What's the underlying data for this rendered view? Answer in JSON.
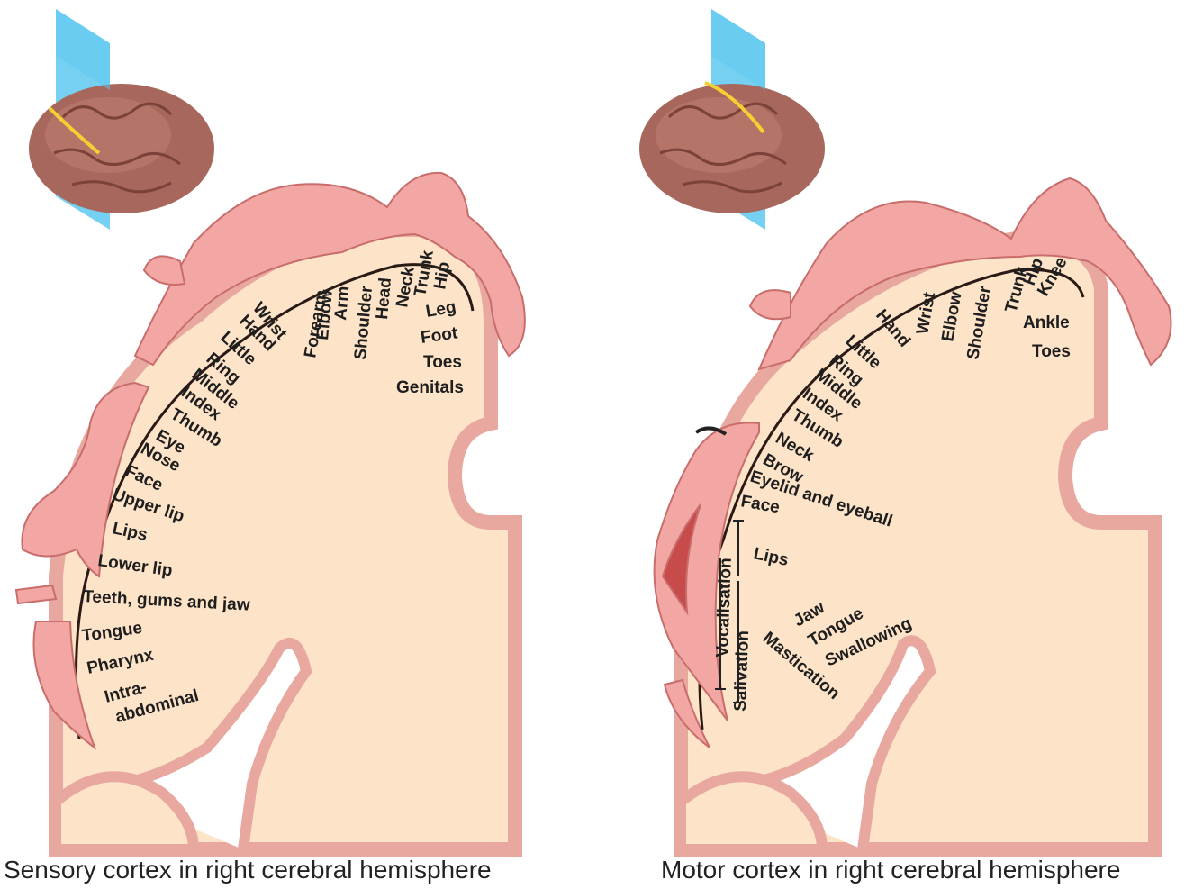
{
  "sensory": {
    "caption": "Sensory cortex in right cerebral hemisphere",
    "labels": [
      "Genitals",
      "Toes",
      "Foot",
      "Leg",
      "Hip",
      "Trunk",
      "Neck",
      "Head",
      "Shoulder",
      "Arm",
      "Elbow",
      "Forearm",
      "Wrist",
      "Hand",
      "Little",
      "Ring",
      "Middle",
      "Index",
      "Thumb",
      "Eye",
      "Nose",
      "Face",
      "Upper lip",
      "Lips",
      "Lower lip",
      "Teeth, gums and jaw",
      "Tongue",
      "Pharynx",
      "Intra-",
      "abdominal"
    ]
  },
  "motor": {
    "caption": "Motor cortex in right cerebral hemisphere",
    "labels": [
      "Toes",
      "Ankle",
      "Knee",
      "Hip",
      "Trunk",
      "Shoulder",
      "Elbow",
      "Wrist",
      "Hand",
      "Little",
      "Ring",
      "Middle",
      "Index",
      "Thumb",
      "Neck",
      "Brow",
      "Eyelid and eyeball",
      "Face",
      "Lips",
      "Jaw",
      "Tongue",
      "Swallowing",
      "Mastication",
      "Salivation",
      "Vocalisation"
    ]
  },
  "colors": {
    "tissue": "#fde3c8",
    "cortex": "#e8a8a0",
    "homunculus": "#f2a7a4",
    "plane": "#5ec8ee",
    "brain": "#a8675c"
  }
}
